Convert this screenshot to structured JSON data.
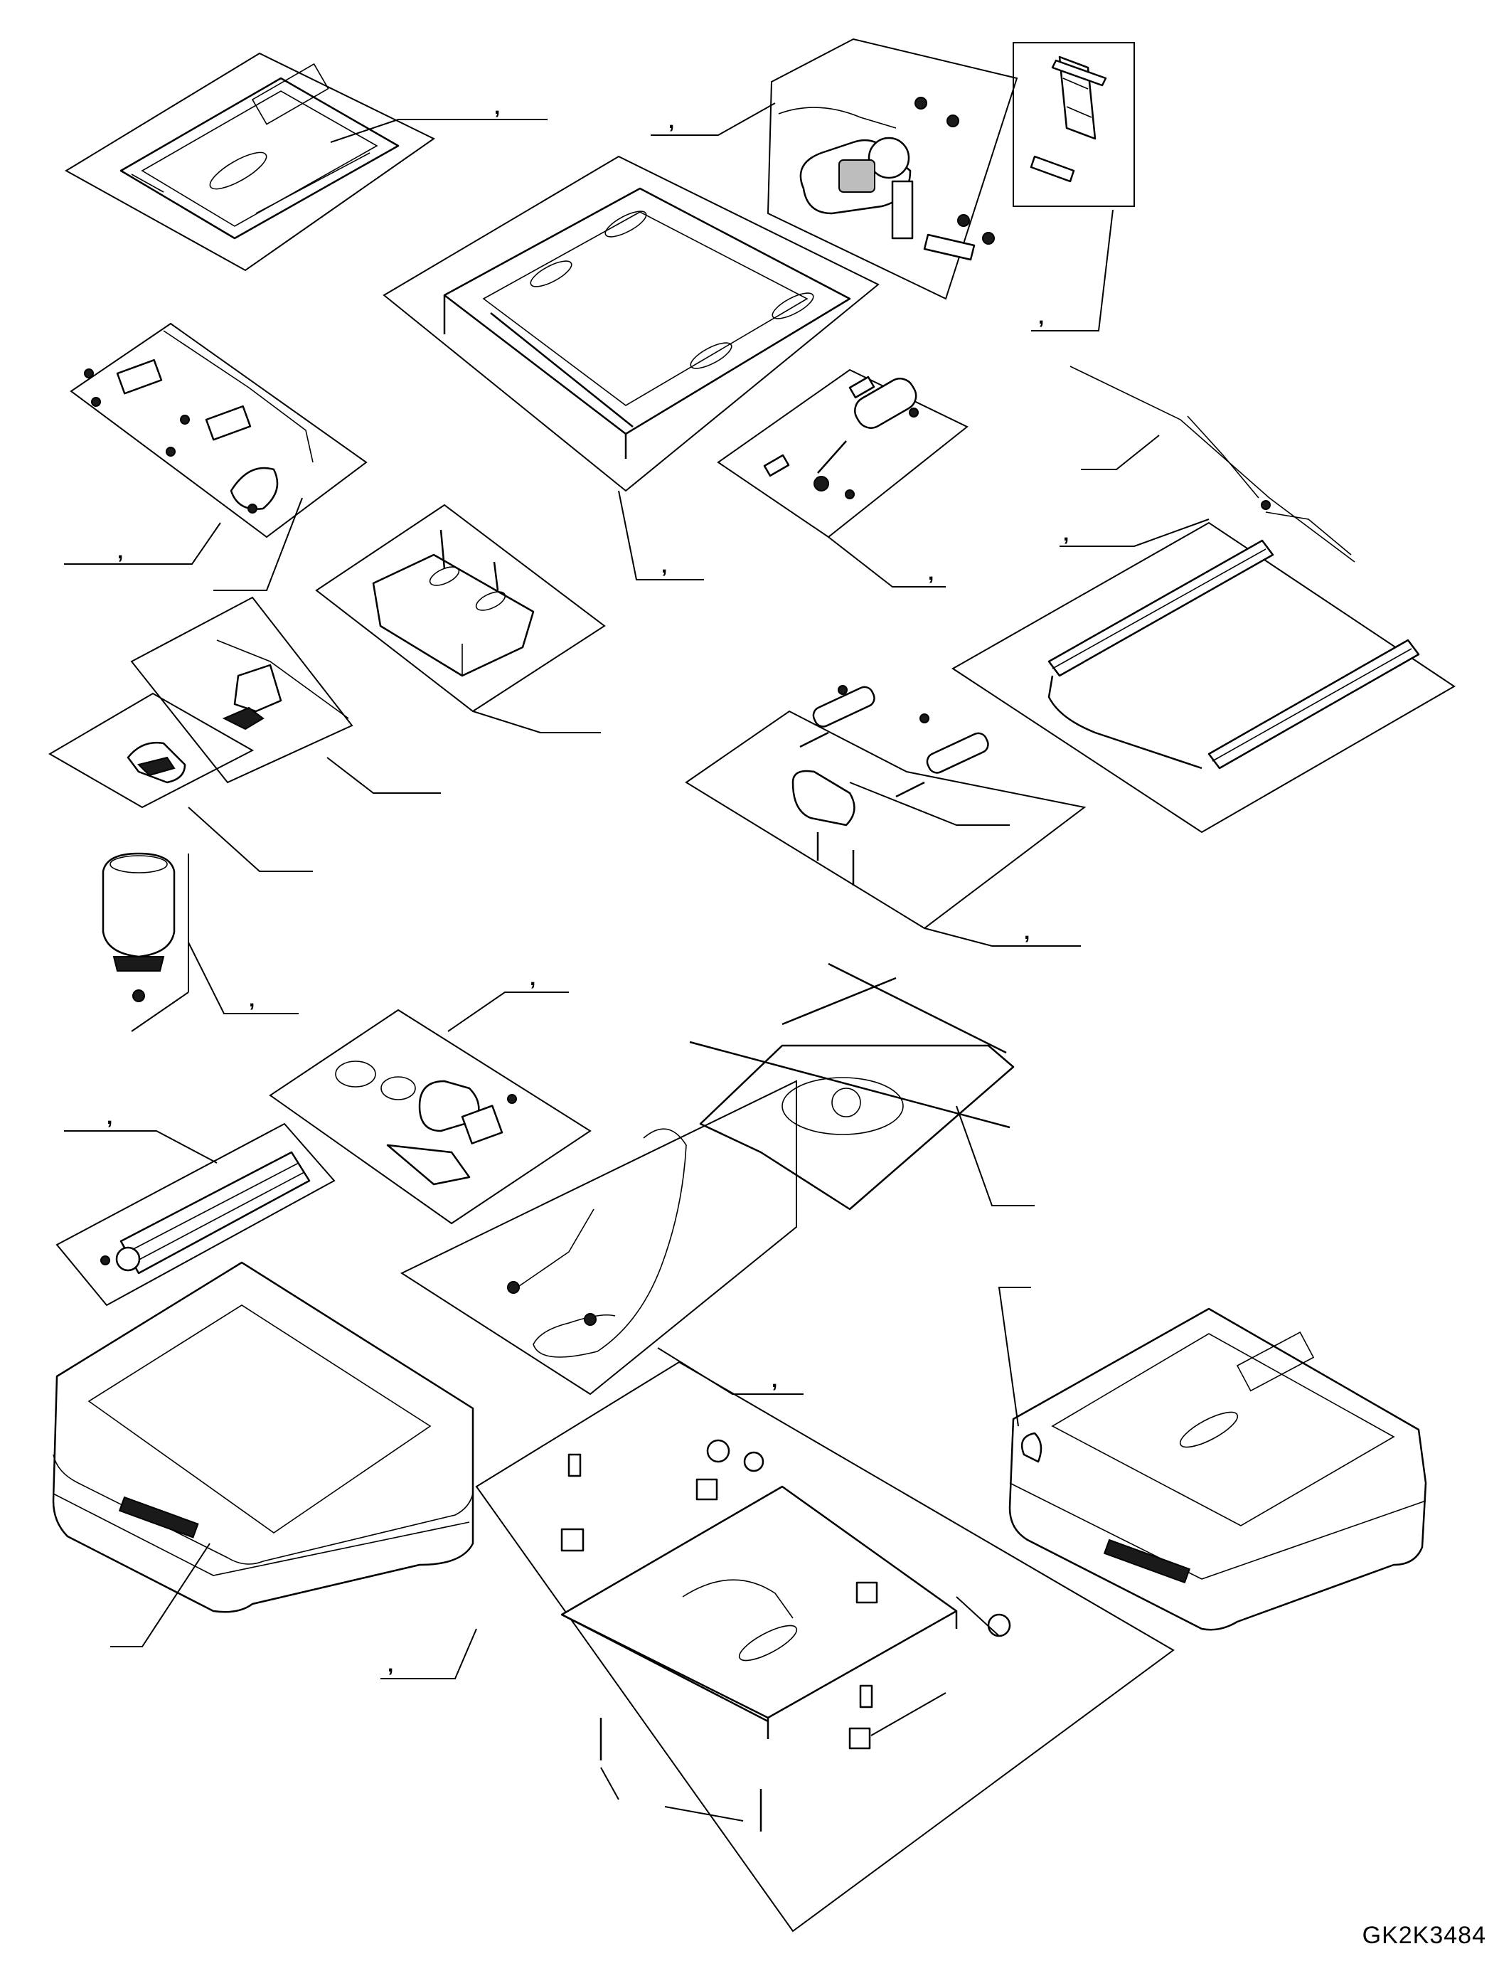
{
  "drawing_id": "GK2K3484",
  "callout_mark": ",",
  "accent_color": "#000000",
  "groups": [
    {
      "id": "cushion-pan",
      "icon": "cushion-pan-icon"
    },
    {
      "id": "air-compressor",
      "icon": "compressor-icon"
    },
    {
      "id": "strap",
      "icon": "strap-icon"
    },
    {
      "id": "seat-frame",
      "icon": "seat-frame-icon"
    },
    {
      "id": "cable-set",
      "icon": "cable-icon"
    },
    {
      "id": "gas-spring",
      "icon": "gas-spring-icon"
    },
    {
      "id": "wiring-harness",
      "icon": "wiring-harness-icon"
    },
    {
      "id": "slide-rails",
      "icon": "slide-rail-icon"
    },
    {
      "id": "bracket",
      "icon": "bracket-icon"
    },
    {
      "id": "lever-mechanism",
      "icon": "lever-icon"
    },
    {
      "id": "handle",
      "icon": "handle-icon"
    },
    {
      "id": "damper-set",
      "icon": "damper-icon"
    },
    {
      "id": "air-spring",
      "icon": "air-spring-icon"
    },
    {
      "id": "scissor-frame",
      "icon": "scissor-frame-icon"
    },
    {
      "id": "valve-kit",
      "icon": "valve-icon"
    },
    {
      "id": "bellows-rail",
      "icon": "bellows-icon"
    },
    {
      "id": "air-hose",
      "icon": "hose-icon"
    },
    {
      "id": "suspension-cover",
      "icon": "suspension-cover-icon"
    },
    {
      "id": "complete-base",
      "icon": "complete-base-icon"
    },
    {
      "id": "base-plate",
      "icon": "base-plate-icon"
    }
  ]
}
